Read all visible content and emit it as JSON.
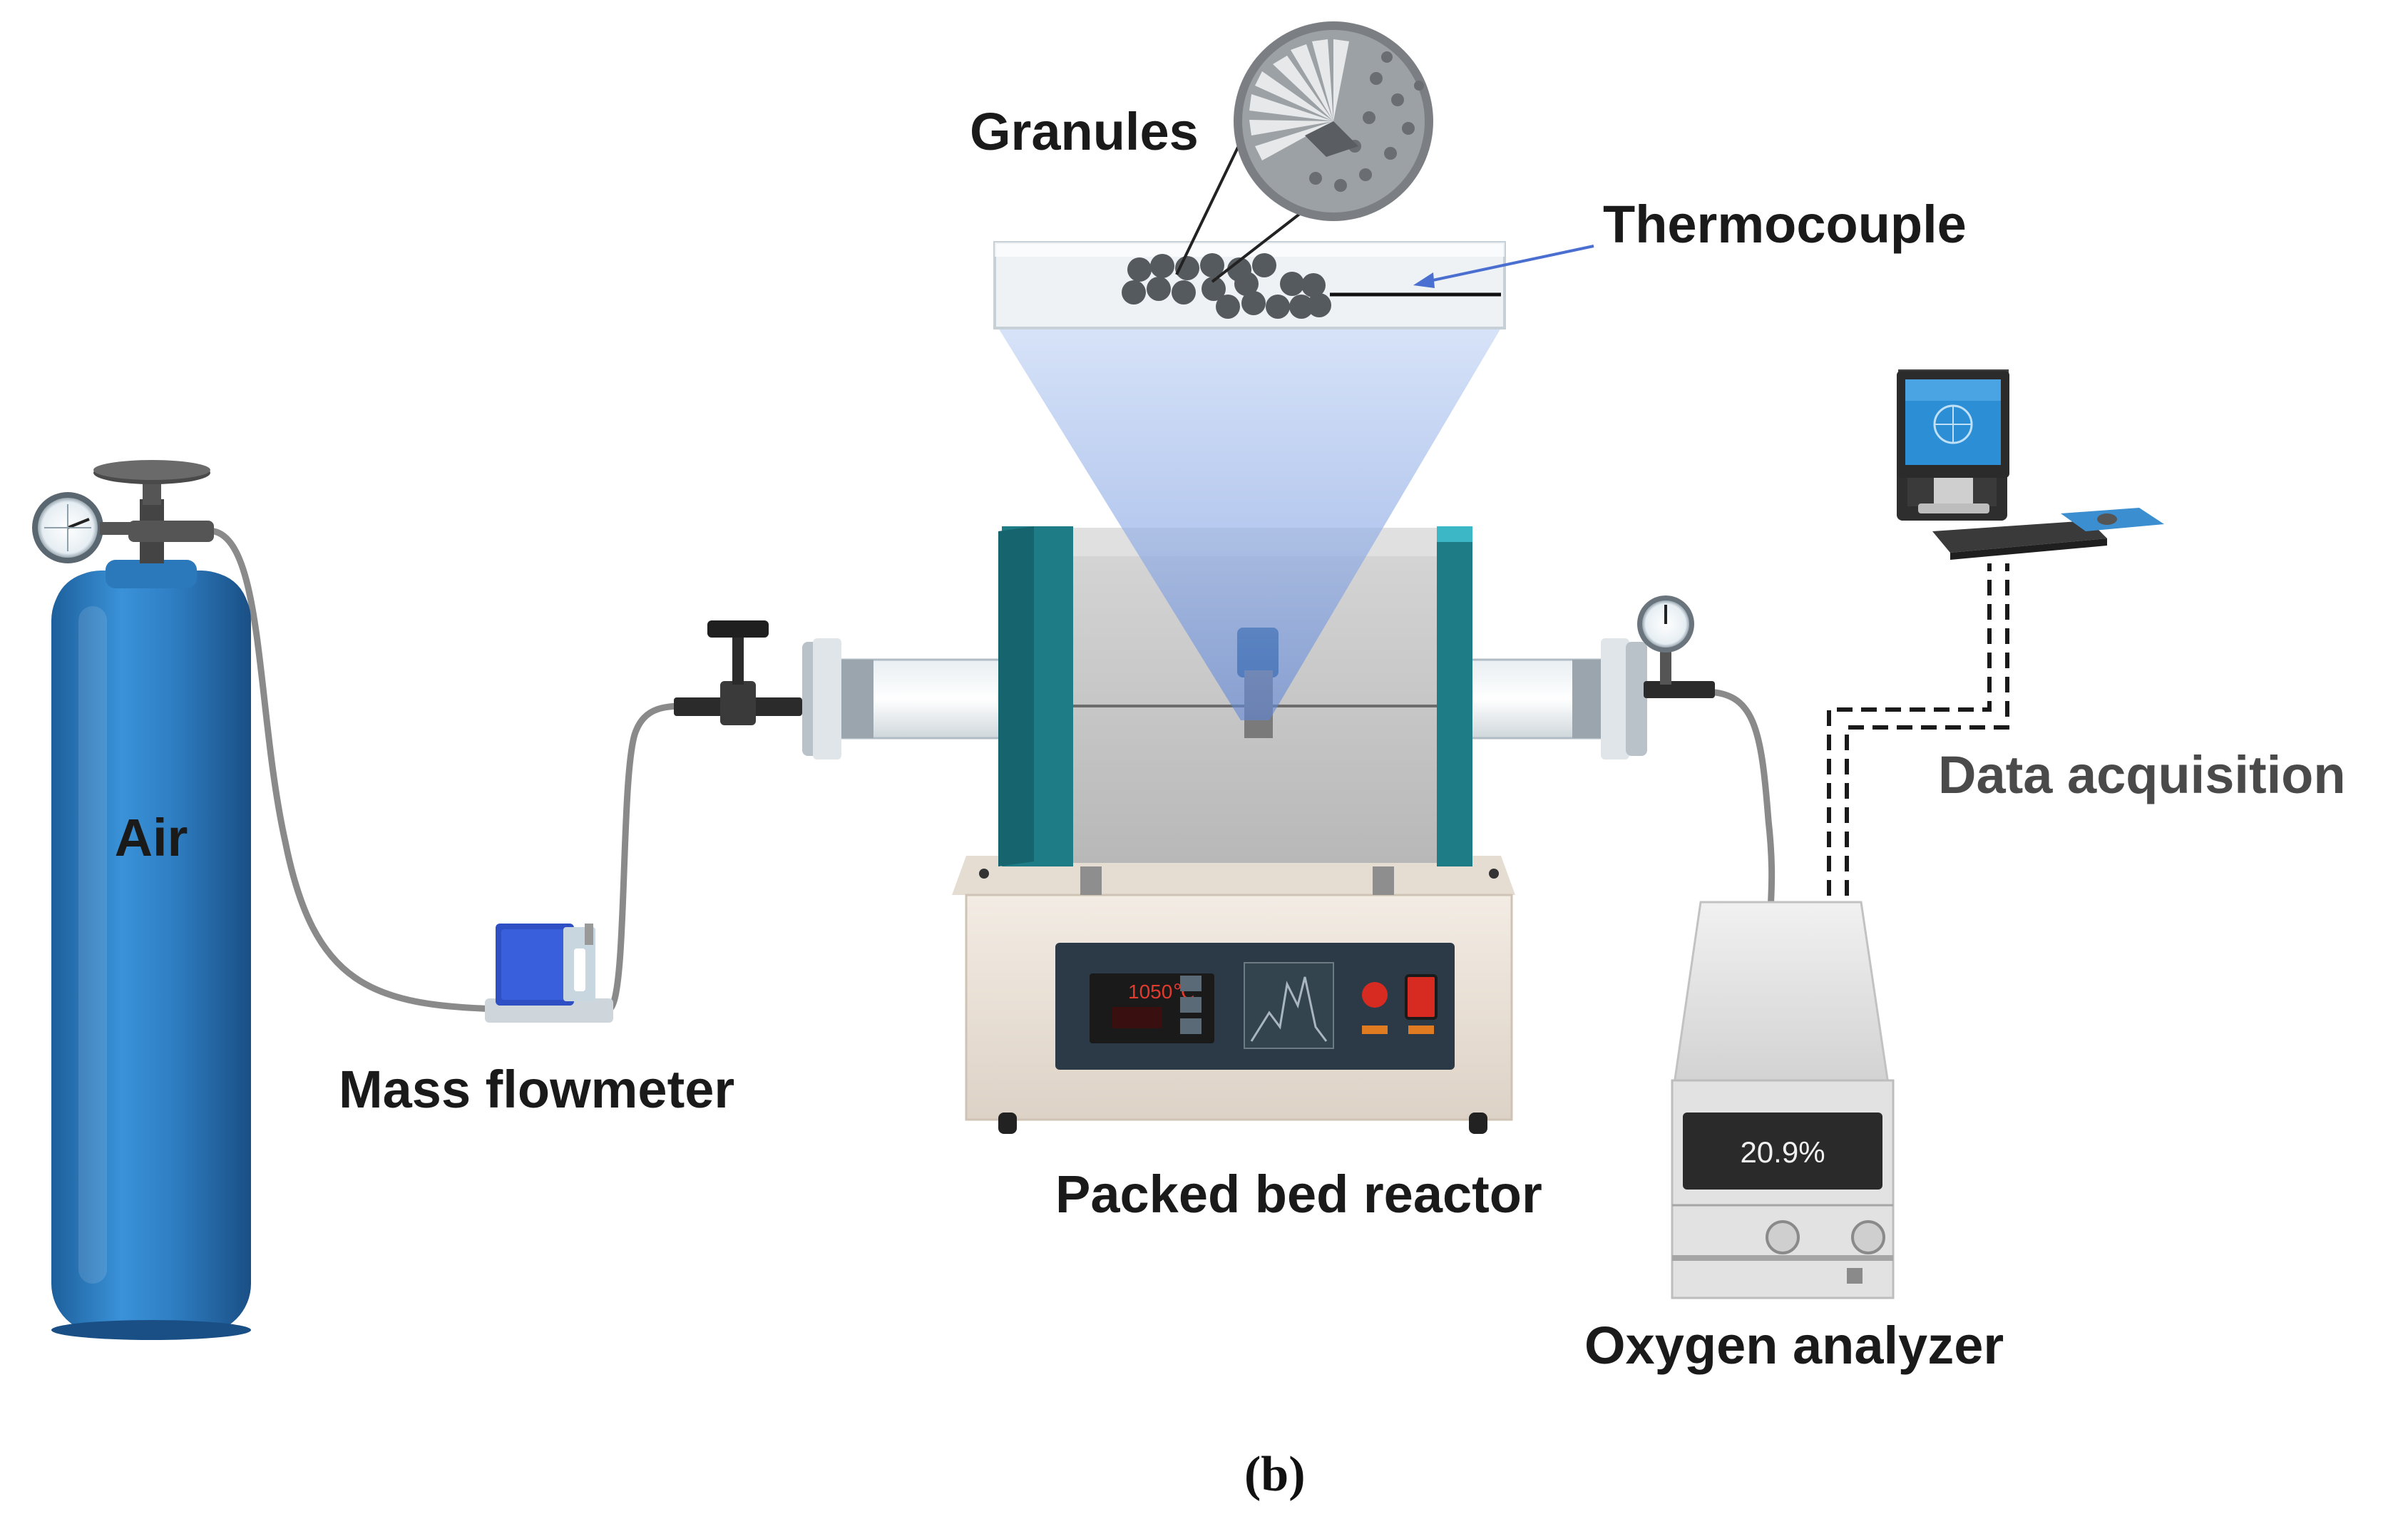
{
  "labels": {
    "air": "Air",
    "mass_flowmeter": "Mass flowmeter",
    "packed_bed_reactor": "Packed bed reactor",
    "oxygen_analyzer": "Oxygen analyzer",
    "data_acquisition": "Data acquisition",
    "granules": "Granules",
    "thermocouple": "Thermocouple"
  },
  "readouts": {
    "furnace_temperature": "1050℃",
    "oxygen_reading": "20.9%"
  },
  "caption": "(b)",
  "colors": {
    "cylinder": "#2f7fc4",
    "furnace_teal": "#1e7c86",
    "furnace_body": "#c9c9c9",
    "beam": "#7a9ee8",
    "cable": "#8a8a8a"
  }
}
